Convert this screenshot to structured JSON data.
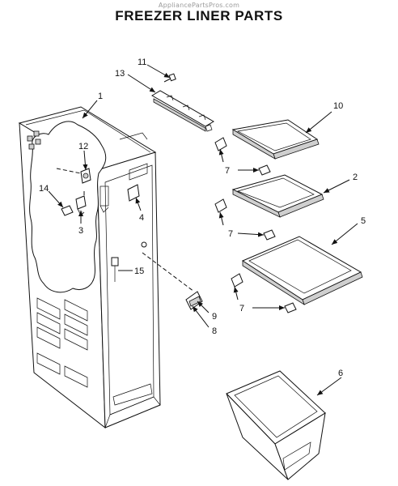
{
  "watermark": "AppliancePartsPros.com",
  "title": "FREEZER LINER PARTS",
  "callouts": {
    "c1": "1",
    "c2": "2",
    "c3": "3",
    "c4": "4",
    "c5": "5",
    "c6": "6",
    "c7a": "7",
    "c7b": "7",
    "c7c": "7",
    "c8": "8",
    "c9": "9",
    "c10": "10",
    "c11": "11",
    "c12": "12",
    "c13": "13",
    "c14": "14",
    "c15": "15"
  }
}
